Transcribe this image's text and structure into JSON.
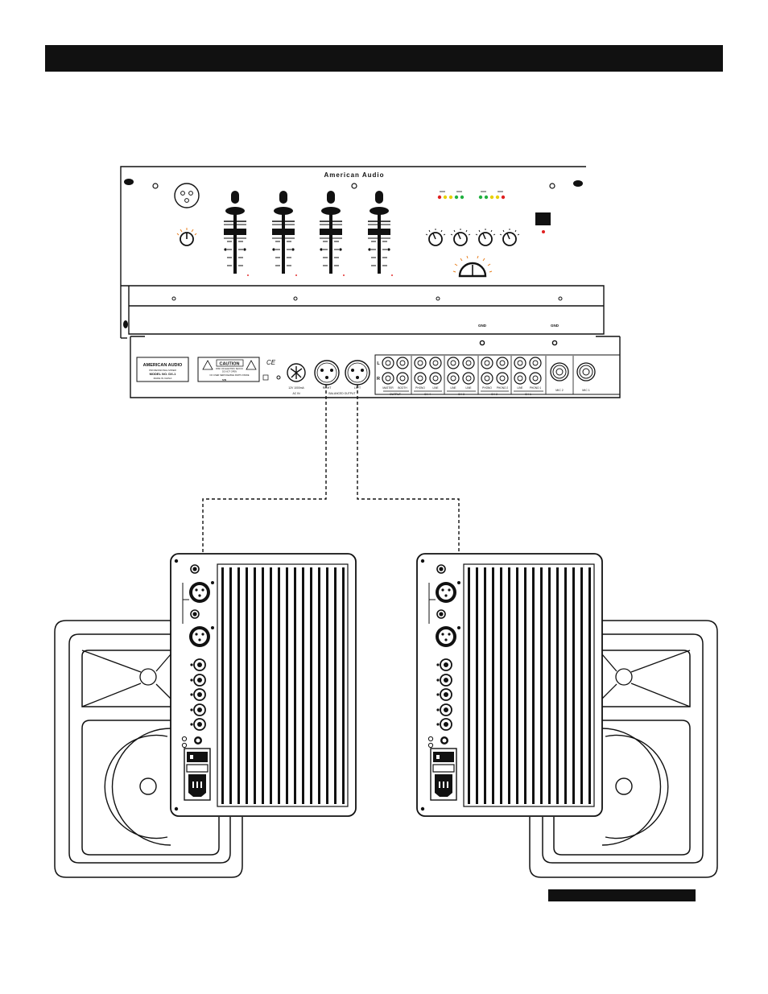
{
  "mixer": {
    "brand": "American Audio",
    "label": {
      "brand": "AMERICAN AUDIO",
      "sub": "PROFESSIONAL MIXER",
      "model": "MODEL NO. DX-1",
      "made": "MADE IN CHINA"
    },
    "caution": {
      "title": "CAUTION",
      "line1": "RISK OF ELECTRIC SHOCK",
      "line2": "DO NOT OPEN",
      "line3": "NO USER SERVICEABLE PARTS INSIDE",
      "serial": "S/N"
    },
    "ce_mark": "CE",
    "ac_in": "AC IN",
    "ac_rating": "12V 1000mA",
    "xlr_right": "RIGHT",
    "xlr_left": "LEFT",
    "balanced_output": "BALANCED OUTPUT",
    "rca_top_label": "L",
    "rca_bottom_label": "R",
    "rca_labels": [
      "MASTER",
      "BOOTH",
      "PHONO",
      "LINE",
      "LINE",
      "LINE",
      "PHONO",
      "PHONO 2",
      "LINE",
      "PHONO 1"
    ],
    "group_labels": [
      "OUTPUT",
      "CH-4",
      "CH-3",
      "CH-2",
      "CH-1"
    ],
    "mic_labels": [
      "MIC 2",
      "MIC 1"
    ],
    "gnd_labels": [
      "GND",
      "GND"
    ]
  },
  "colors": {
    "ink": "#111111",
    "led_red": "#e02020",
    "led_yellow": "#e8d000",
    "led_green": "#20b040",
    "tick_orange": "#e88020"
  }
}
